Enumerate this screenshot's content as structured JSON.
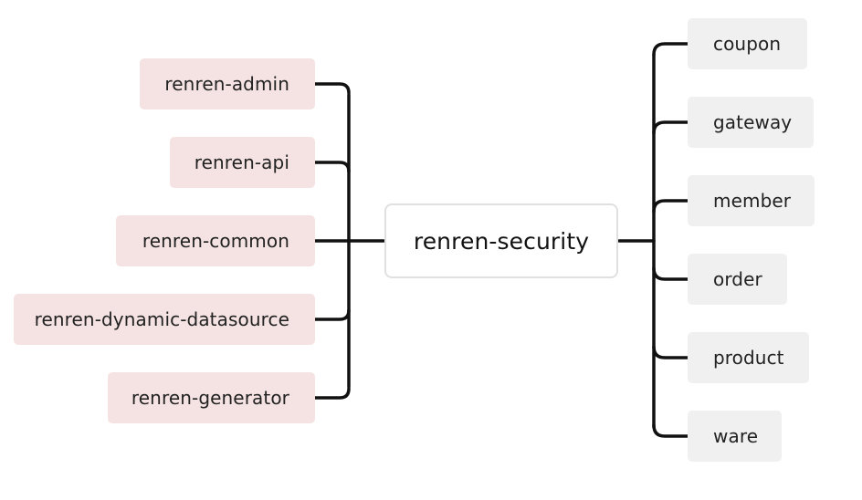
{
  "colors": {
    "left_fill": "#f5e3e3",
    "right_fill": "#f0f0f0",
    "center_fill": "#ffffff",
    "line": "#111111"
  },
  "root": {
    "label": "renren-security"
  },
  "left": [
    {
      "label": "renren-admin"
    },
    {
      "label": "renren-api"
    },
    {
      "label": "renren-common"
    },
    {
      "label": "renren-dynamic-datasource"
    },
    {
      "label": "renren-generator"
    }
  ],
  "right": [
    {
      "label": "coupon"
    },
    {
      "label": "gateway"
    },
    {
      "label": "member"
    },
    {
      "label": "order"
    },
    {
      "label": "product"
    },
    {
      "label": "ware"
    }
  ]
}
